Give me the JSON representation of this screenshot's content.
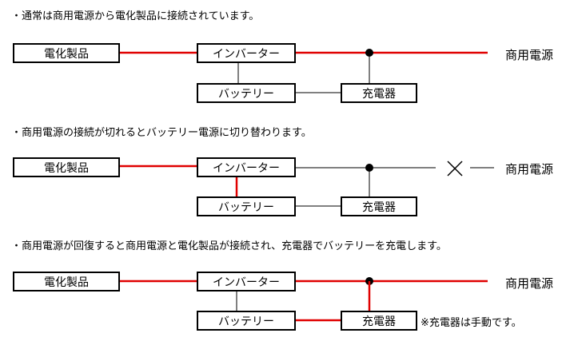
{
  "labels": {
    "appliance": "電化製品",
    "inverter": "インバーター",
    "battery": "バッテリー",
    "charger": "充電器",
    "grid": "商用電源"
  },
  "colors": {
    "active_line": "#e00000",
    "inactive_line": "#000000"
  },
  "panels": [
    {
      "caption": "・通常は商用電源から電化製品に接続されています。"
    },
    {
      "caption": "・商用電源の接続が切れるとバッテリー電源に切り替わります。"
    },
    {
      "caption": "・商用電源が回復すると商用電源と電化製品が接続され、充電器でバッテリーを充電します。",
      "note": "※充電器は手動です。"
    }
  ]
}
